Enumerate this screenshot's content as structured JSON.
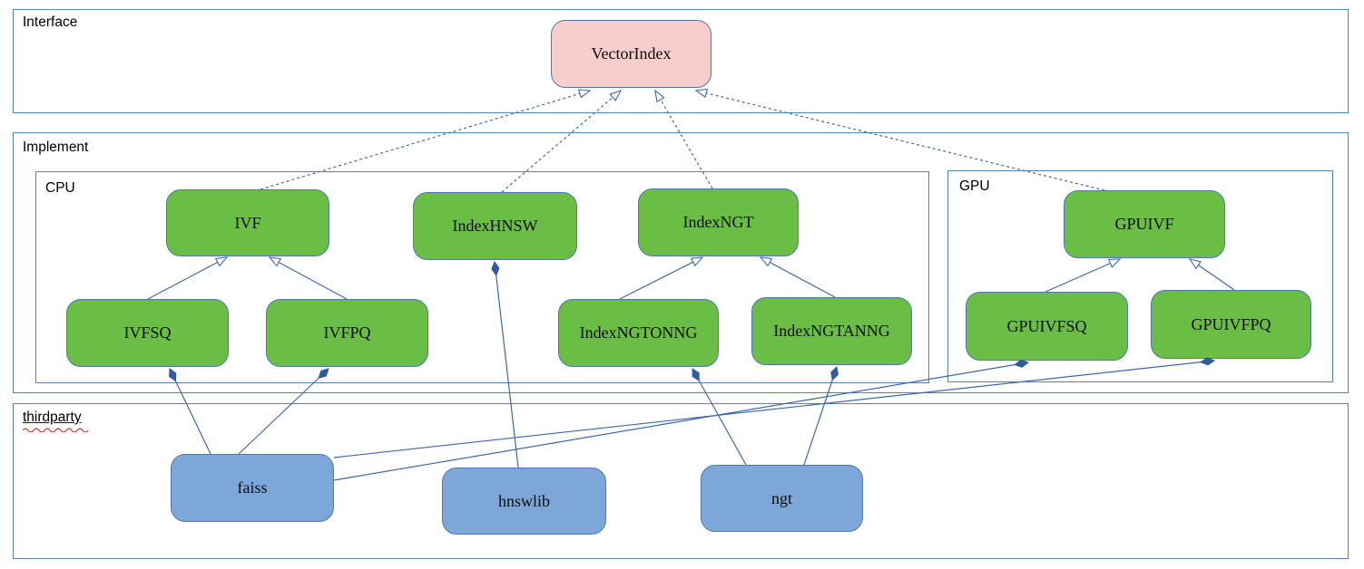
{
  "diagram": {
    "containers": {
      "interface": {
        "label": "Interface"
      },
      "implement": {
        "label": "Implement"
      },
      "cpu": {
        "label": "CPU"
      },
      "gpu": {
        "label": "GPU"
      },
      "thirdparty": {
        "label": "thirdparty"
      }
    },
    "nodes": {
      "vectorindex": {
        "label": "VectorIndex",
        "fill": "#f8cecc"
      },
      "ivf": {
        "label": "IVF",
        "fill": "#6abe45"
      },
      "indexhnsw": {
        "label": "IndexHNSW",
        "fill": "#6abe45"
      },
      "indexngt": {
        "label": "IndexNGT",
        "fill": "#6abe45"
      },
      "ivfsq": {
        "label": "IVFSQ",
        "fill": "#6abe45"
      },
      "ivfpq": {
        "label": "IVFPQ",
        "fill": "#6abe45"
      },
      "indexngtonng": {
        "label": "IndexNGTONNG",
        "fill": "#6abe45"
      },
      "indexngtanng": {
        "label": "IndexNGTANNG",
        "fill": "#6abe45"
      },
      "gpuivf": {
        "label": "GPUIVF",
        "fill": "#6abe45"
      },
      "gpuivfsq": {
        "label": "GPUIVFSQ",
        "fill": "#6abe45"
      },
      "gpuivfpq": {
        "label": "GPUIVFPQ",
        "fill": "#6abe45"
      },
      "faiss": {
        "label": "faiss",
        "fill": "#7da6d9"
      },
      "hnswlib": {
        "label": "hnswlib",
        "fill": "#7da6d9"
      },
      "ngt": {
        "label": "ngt",
        "fill": "#7da6d9"
      }
    },
    "edges": [
      {
        "from": "IVF",
        "to": "VectorIndex",
        "type": "realization"
      },
      {
        "from": "IndexHNSW",
        "to": "VectorIndex",
        "type": "realization"
      },
      {
        "from": "IndexNGT",
        "to": "VectorIndex",
        "type": "realization"
      },
      {
        "from": "GPUIVF",
        "to": "VectorIndex",
        "type": "realization"
      },
      {
        "from": "IVFSQ",
        "to": "IVF",
        "type": "inheritance"
      },
      {
        "from": "IVFPQ",
        "to": "IVF",
        "type": "inheritance"
      },
      {
        "from": "IndexNGTONNG",
        "to": "IndexNGT",
        "type": "inheritance"
      },
      {
        "from": "IndexNGTANNG",
        "to": "IndexNGT",
        "type": "inheritance"
      },
      {
        "from": "GPUIVFSQ",
        "to": "GPUIVF",
        "type": "inheritance"
      },
      {
        "from": "GPUIVFPQ",
        "to": "GPUIVF",
        "type": "inheritance"
      },
      {
        "from": "IVFSQ",
        "to": "faiss",
        "type": "composition"
      },
      {
        "from": "IVFPQ",
        "to": "faiss",
        "type": "composition"
      },
      {
        "from": "GPUIVFSQ",
        "to": "faiss",
        "type": "composition"
      },
      {
        "from": "GPUIVFPQ",
        "to": "faiss",
        "type": "composition"
      },
      {
        "from": "IndexHNSW",
        "to": "hnswlib",
        "type": "composition"
      },
      {
        "from": "IndexNGTONNG",
        "to": "ngt",
        "type": "composition"
      },
      {
        "from": "IndexNGTANNG",
        "to": "ngt",
        "type": "composition"
      }
    ],
    "colors": {
      "interface_node_fill": "#f8cecc",
      "implement_node_fill": "#6abe45",
      "thirdparty_node_fill": "#7da6d9",
      "node_border": "#5077b0",
      "container_border": "#5580b8",
      "edge_stroke": "#3b69ad",
      "composition_diamond_fill": "#2f5b9f",
      "spellcheck_underline": "#cc1111"
    }
  }
}
